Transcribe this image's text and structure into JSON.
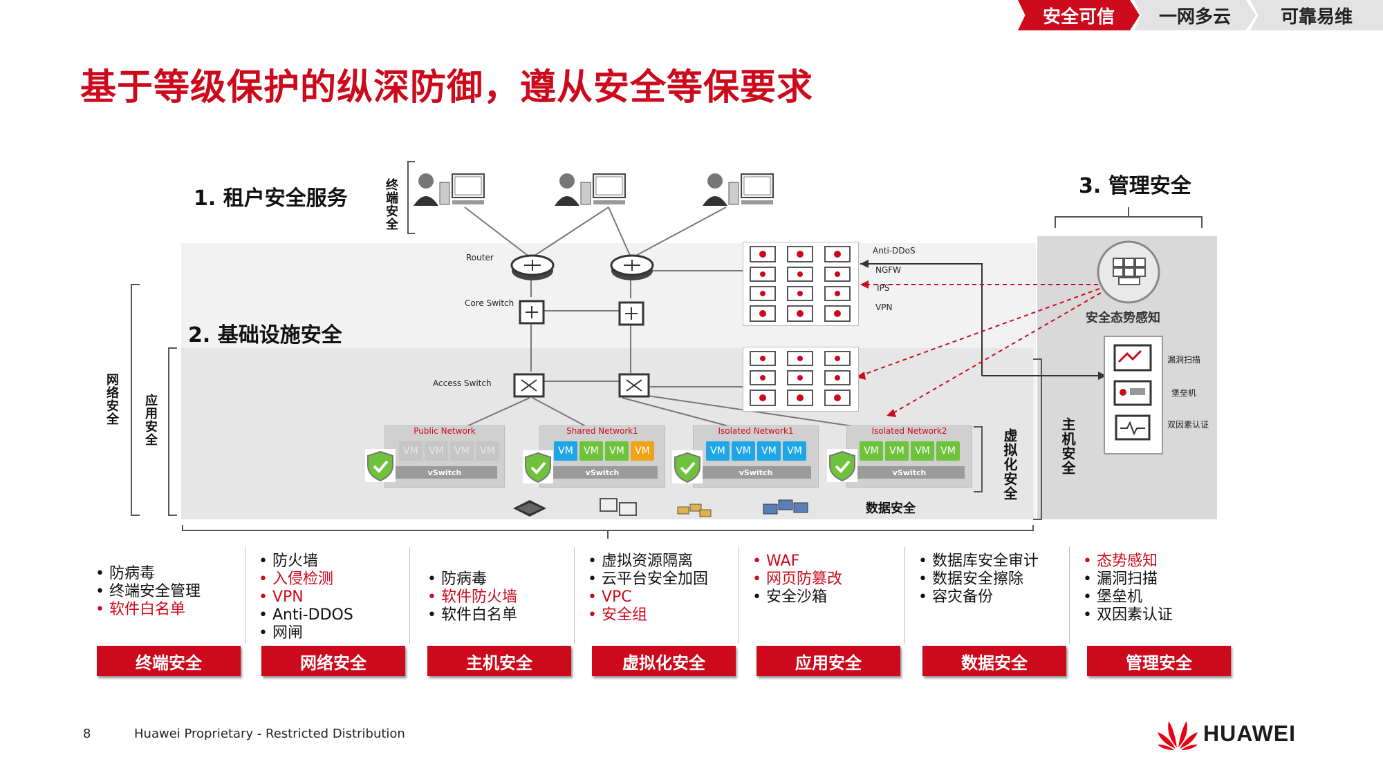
{
  "nav": [
    {
      "label": "安全可信",
      "active": true
    },
    {
      "label": "一网多云",
      "active": false
    },
    {
      "label": "可靠易维",
      "active": false
    }
  ],
  "title": "基于等级保护的纵深防御，遵从安全等保要求",
  "sections": {
    "tenant": "1. 租户安全服务",
    "infra": "2. 基础设施安全",
    "mgmt": "3. 管理安全"
  },
  "vertical_labels": {
    "endpoint": "终端安全",
    "network": "网络安全",
    "application": "应用安全",
    "virtualization": "虚拟化安全",
    "host": "主机安全"
  },
  "diagram": {
    "router": "Router",
    "core_switch": "Core Switch",
    "access_switch": "Access Switch",
    "firewall_labels": [
      "Anti-DDoS",
      "NGFW",
      "IPS",
      "VPN"
    ],
    "networks": [
      {
        "name": "Public Network",
        "vms": [
          "VM",
          "VM",
          "VM",
          "VM"
        ],
        "vswitch": "vSwitch"
      },
      {
        "name": "Shared Network1",
        "vms": [
          "VM",
          "VM",
          "VM",
          "VM"
        ],
        "vswitch": "vSwitch"
      },
      {
        "name": "Isolated Network1",
        "vms": [
          "VM",
          "VM",
          "VM",
          "VM"
        ],
        "vswitch": "vSwitch"
      },
      {
        "name": "Isolated Network2",
        "vms": [
          "VM",
          "VM",
          "VM",
          "VM"
        ],
        "vswitch": "vSwitch"
      }
    ],
    "data_security": "数据安全",
    "situation": "安全态势感知",
    "mgmt_items": [
      "漏洞扫描",
      "堡垒机",
      "双因素认证"
    ]
  },
  "columns": [
    {
      "category": "终端安全",
      "items": [
        {
          "t": "防病毒",
          "red": false
        },
        {
          "t": "终端安全管理",
          "red": false
        },
        {
          "t": "软件白名单",
          "red": true
        }
      ]
    },
    {
      "category": "网络安全",
      "items": [
        {
          "t": "防火墙",
          "red": false
        },
        {
          "t": "入侵检测",
          "red": true
        },
        {
          "t": "VPN",
          "red": true
        },
        {
          "t": "Anti-DDOS",
          "red": false
        },
        {
          "t": "网闸",
          "red": false
        }
      ]
    },
    {
      "category": "主机安全",
      "items": [
        {
          "t": "防病毒",
          "red": false
        },
        {
          "t": "软件防火墙",
          "red": true
        },
        {
          "t": "软件白名单",
          "red": false
        }
      ]
    },
    {
      "category": "虚拟化安全",
      "items": [
        {
          "t": "虚拟资源隔离",
          "red": false
        },
        {
          "t": "云平台安全加固",
          "red": false
        },
        {
          "t": "VPC",
          "red": true
        },
        {
          "t": "安全组",
          "red": true
        }
      ]
    },
    {
      "category": "应用安全",
      "items": [
        {
          "t": "WAF",
          "red": true
        },
        {
          "t": "网页防篡改",
          "red": true
        },
        {
          "t": "安全沙箱",
          "red": false
        }
      ]
    },
    {
      "category": "数据安全",
      "items": [
        {
          "t": "数据库安全审计",
          "red": false
        },
        {
          "t": "数据安全擦除",
          "red": false
        },
        {
          "t": "容灾备份",
          "red": false
        }
      ]
    },
    {
      "category": "管理安全",
      "items": [
        {
          "t": "态势感知",
          "red": true
        },
        {
          "t": "漏洞扫描",
          "red": false
        },
        {
          "t": "堡垒机",
          "red": false
        },
        {
          "t": "双因素认证",
          "red": false
        }
      ]
    }
  ],
  "footer": {
    "page": "8",
    "text": "Huawei Proprietary - Restricted Distribution",
    "logo": "HUAWEI"
  },
  "colors": {
    "brand_red": "#cc0a1c",
    "vm_blue": "#1fa6e6",
    "vm_green": "#6ec23c",
    "vm_orange": "#f0a21a"
  }
}
